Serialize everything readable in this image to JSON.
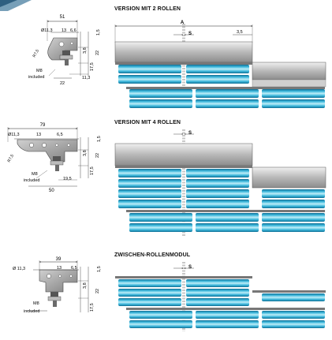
{
  "titles": {
    "v2": "VERSION MIT 2 ROLLEN",
    "v4": "VERSION MIT 4 ROLLEN",
    "zw": "ZWISCHEN-ROLLENMODUL"
  },
  "bracket1": {
    "dim_51": "51",
    "dim_d113": "Ø11,3",
    "dim_13": "13",
    "dim_66": "6,6",
    "dim_15": "1,5",
    "dim_38": "3,8",
    "dim_22v": "22",
    "dim_175": "17,5",
    "dim_113": "11,3",
    "dim_22h": "22",
    "dim_r75": "R7,5",
    "note_m8": "M8",
    "note_included": "included"
  },
  "bracket2": {
    "dim_79": "79",
    "dim_d113": "Ø11,3",
    "dim_13": "13",
    "dim_65": "6,5",
    "dim_15": "1,5",
    "dim_38": "3,8",
    "dim_22v": "22",
    "dim_175": "17,5",
    "dim_195": "19,5",
    "dim_50": "50",
    "dim_r75": "R7,5",
    "note_m8": "M8",
    "note_included": "included"
  },
  "bracket3": {
    "dim_39": "39",
    "dim_d113": "Ø 11,3",
    "dim_13": "13",
    "dim_65": "6,5",
    "dim_15": "1,5",
    "dim_38": "3,8",
    "dim_22v": "22",
    "dim_175": "17,5",
    "note_m8": "M8",
    "note_included": "included"
  },
  "diagram_v2": {
    "dim_a": "A",
    "dim_s": "S",
    "dim_35": "3,5"
  },
  "diagram_v4": {
    "dim_s": "S"
  },
  "diagram_zw": {
    "dim_s": "S"
  },
  "colors": {
    "roller_light": "#bfeef8",
    "roller_mid": "#3fb9dd",
    "roller_dark": "#0e6f95",
    "plate_light": "#d9d9d9",
    "plate_dark": "#8c8c8c",
    "bracket": "#9a9a9a",
    "corner_accent": "#4a7fa0"
  }
}
